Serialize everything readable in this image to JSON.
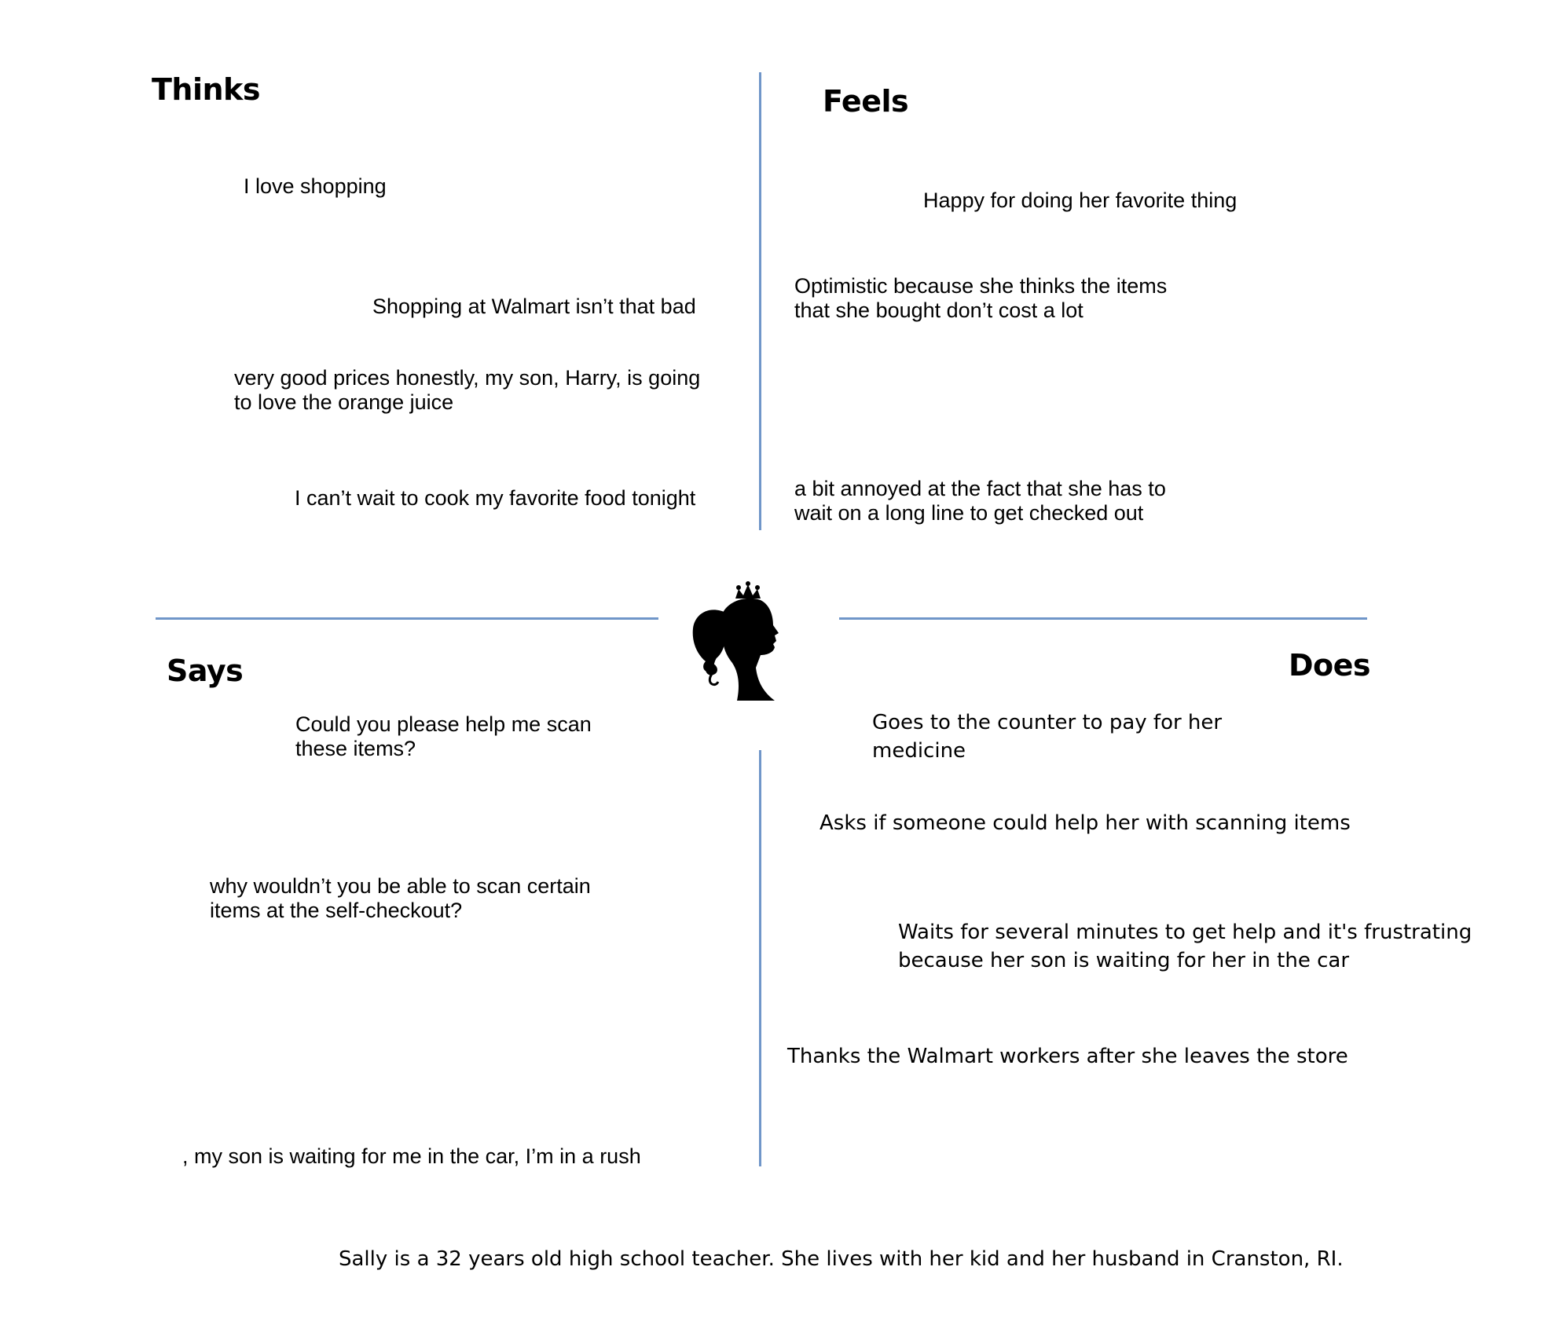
{
  "quadrants": {
    "thinks": {
      "title": "Thinks",
      "items": [
        "I love shopping",
        "Shopping at Walmart isn’t that bad",
        "very good prices honestly, my son, Harry, is going",
        "to love the orange juice",
        "I can’t wait to cook my favorite food tonight"
      ]
    },
    "feels": {
      "title": "Feels",
      "items": [
        "Happy for doing her favorite thing",
        "Optimistic because she thinks the items",
        "that she bought don’t cost a lot",
        "a bit annoyed at the fact that she has to",
        "wait on a long line to get checked out"
      ]
    },
    "says": {
      "title": "Says",
      "items": [
        "Could you please help me scan",
        "these items?",
        "why wouldn’t you be able to scan certain",
        "items at the self-checkout?",
        ", my son is waiting for me in the car, I’m in a rush"
      ]
    },
    "does": {
      "title": "Does",
      "items": [
        "Goes to the counter to pay for her",
        "medicine",
        "Asks if someone could help her with scanning items",
        "Waits for several minutes to get help and it's frustrating",
        "because her son is waiting for her in the car",
        "Thanks the Walmart workers after she leaves the store"
      ]
    }
  },
  "persona": {
    "icon": "woman-silhouette-with-tiara-icon",
    "description": "Sally is a 32 years old high school teacher. She lives with her kid and her husband in Cranston, RI."
  },
  "colors": {
    "divider": "#7096c9",
    "text": "#000000",
    "background": "#ffffff"
  }
}
